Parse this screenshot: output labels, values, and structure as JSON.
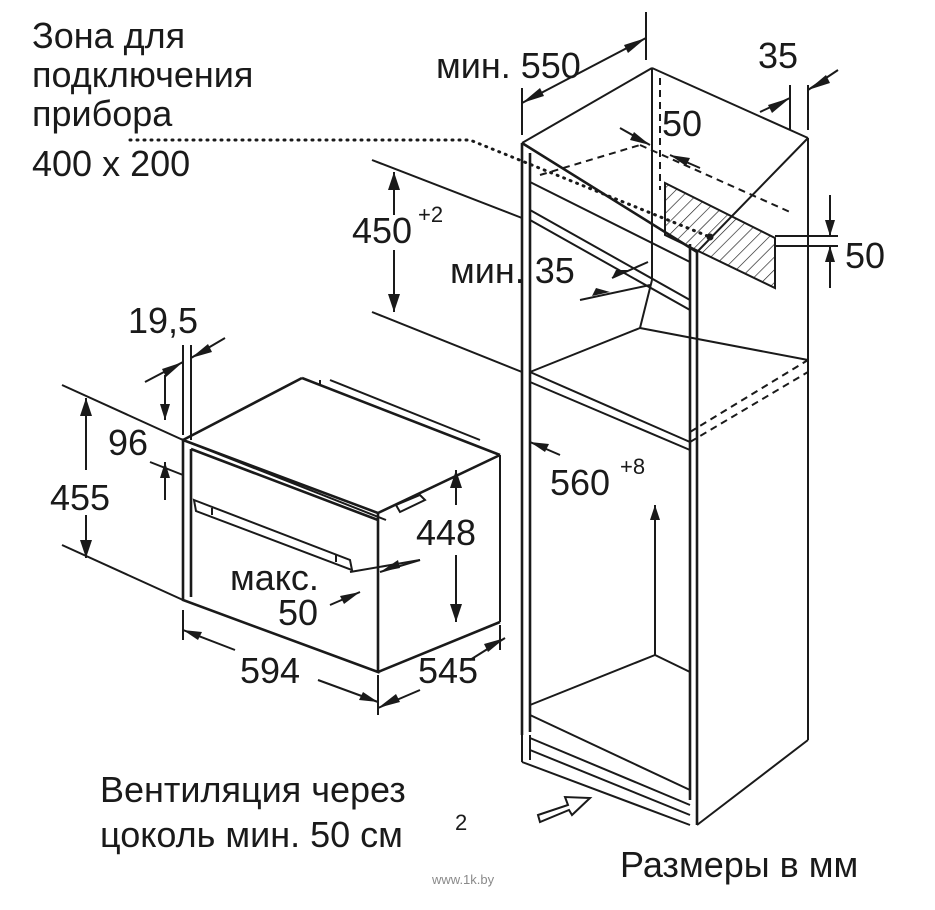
{
  "zone": {
    "line1": "Зона для",
    "line2": "подключения",
    "line3": "прибора",
    "line4": "400 x 200"
  },
  "dims": {
    "min550": "мин. 550",
    "d35": "35",
    "d50_top": "50",
    "d50_right": "50",
    "d450": "450",
    "d450_tol": "+2",
    "min35": "мин. 35",
    "d19_5": "19,5",
    "d96": "96",
    "d455": "455",
    "d448": "448",
    "max_label": "макс.",
    "max_value": "50",
    "d594": "594",
    "d545": "545",
    "d560": "560",
    "d560_tol": "+8"
  },
  "ventilation": {
    "line1": "Вентиляция через",
    "line2": "цоколь мин. 50 см",
    "line2_sup": "2"
  },
  "units_note": "Размеры в мм",
  "watermark": "www.1k.by"
}
